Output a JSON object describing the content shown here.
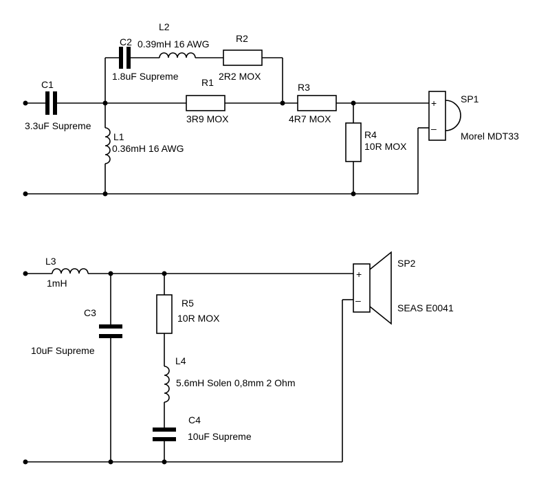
{
  "tweeter_section": {
    "C1": {
      "ref": "C1",
      "value": "3.3uF Supreme"
    },
    "C2": {
      "ref": "C2",
      "value": "1.8uF Supreme"
    },
    "L1": {
      "ref": "L1",
      "value": "0.36mH 16 AWG"
    },
    "L2": {
      "ref": "L2",
      "value": "0.39mH 16 AWG"
    },
    "R1": {
      "ref": "R1",
      "value": "3R9 MOX"
    },
    "R2": {
      "ref": "R2",
      "value": "2R2 MOX"
    },
    "R3": {
      "ref": "R3",
      "value": "4R7 MOX"
    },
    "R4": {
      "ref": "R4",
      "value": "10R MOX"
    },
    "SP1": {
      "ref": "SP1",
      "model": "Morel MDT33",
      "plus": "+",
      "minus": "–"
    }
  },
  "woofer_section": {
    "L3": {
      "ref": "L3",
      "value": "1mH"
    },
    "C3": {
      "ref": "C3",
      "value": "10uF Supreme"
    },
    "R5": {
      "ref": "R5",
      "value": "10R MOX"
    },
    "L4": {
      "ref": "L4",
      "value": "5.6mH Solen 0,8mm 2 Ohm"
    },
    "C4": {
      "ref": "C4",
      "value": "10uF Supreme"
    },
    "SP2": {
      "ref": "SP2",
      "model": "SEAS E0041",
      "plus": "+",
      "minus": "–"
    }
  },
  "colors": {
    "line": "#000000",
    "background": "#ffffff"
  }
}
